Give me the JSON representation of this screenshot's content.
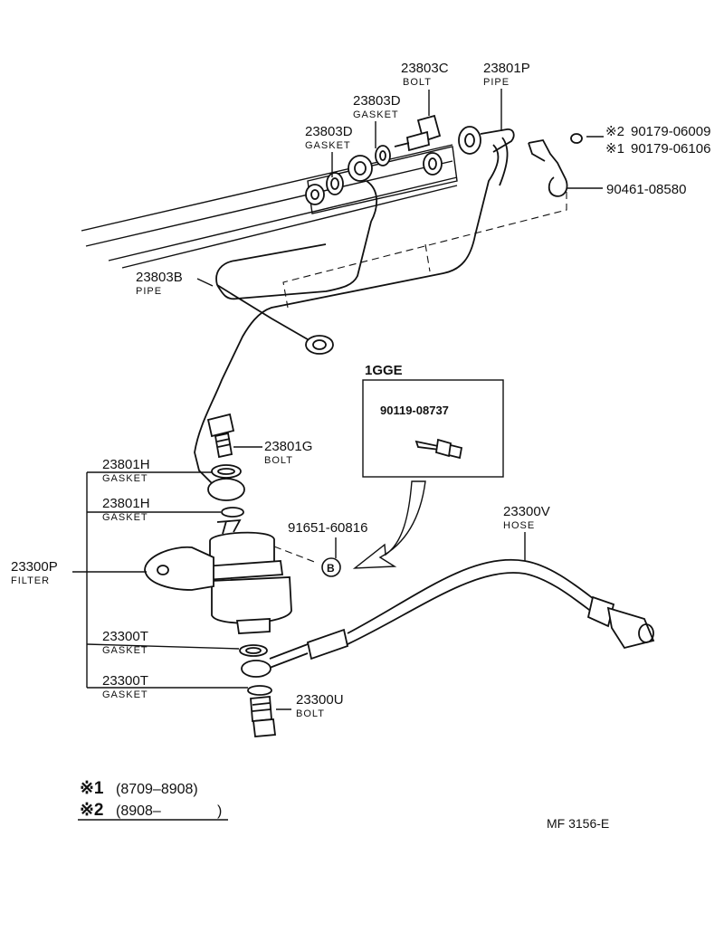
{
  "labels": {
    "p23803C": "23803C",
    "bolt_23803C": "BOLT",
    "p23801P": "23801P",
    "pipe_23801P": "PIPE",
    "p23803D_a": "23803D",
    "gasket_23803D_a": "GASKET",
    "p23803D_b": "23803D",
    "gasket_23803D_b": "GASKET",
    "p90179_06009": "90179-06009",
    "mark_2": "※2",
    "p90179_06106": "90179-06106",
    "mark_1": "※1",
    "p90461_08580": "90461-08580",
    "p23803B": "23803B",
    "pipe_23803B": "PIPE",
    "inset_title": "1GGE",
    "inset_part": "90119-08737",
    "p23801G": "23801G",
    "bolt_23801G": "BOLT",
    "p23801H_a": "23801H",
    "gasket_23801H_a": "GASKET",
    "p23801H_b": "23801H",
    "gasket_23801H_b": "GASKET",
    "p91651_60816": "91651-60816",
    "mark_B": "B",
    "p23300V": "23300V",
    "hose_23300V": "HOSE",
    "p23300P": "23300P",
    "filter_23300P": "FILTER",
    "p23300T_a": "23300T",
    "gasket_23300T_a": "GASKET",
    "p23300T_b": "23300T",
    "gasket_23300T_b": "GASKET",
    "p23300U": "23300U",
    "bolt_23300U": "BOLT"
  },
  "legend": {
    "n1_mark": "※1",
    "n1_range": "(8709–8908)",
    "n2_mark": "※2",
    "n2_range": "(8908–",
    "n2_close": ")"
  },
  "diagram_code": "MF  3156-E"
}
